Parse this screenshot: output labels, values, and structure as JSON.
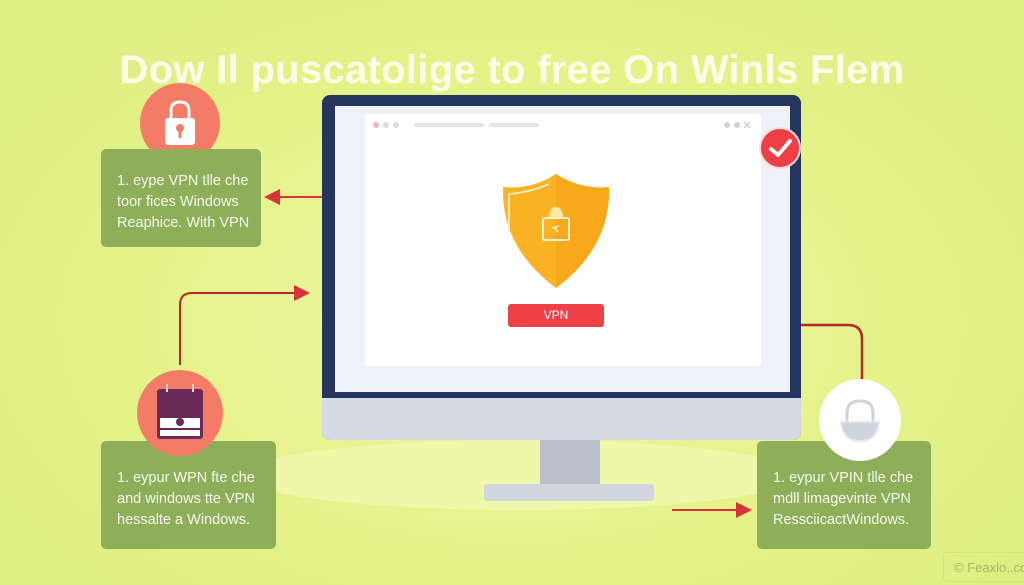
{
  "title": "Dow Il puscatolige to free On Winls Flem",
  "screen": {
    "button_label": "VPN"
  },
  "cards": [
    {
      "lines": [
        "1. eype VPN tlle che",
        "toor fices Windows",
        "Reaphice. With VPN"
      ]
    },
    {
      "lines": [
        "1. eypur WPN fte che",
        "and windows tte VPN",
        "hessalte a Windows."
      ]
    },
    {
      "lines": [
        "1. eypur VPIN tlle che",
        "mdll limagevinte VPN",
        "RessciicactWindows."
      ]
    }
  ],
  "watermark": "© Feaxlo,.co",
  "icons": {
    "top_left": "padlock-icon",
    "bottom_left": "calendar-icon",
    "right": "padlock-icon",
    "badge": "checkmark-icon",
    "center": "shield-lock-icon"
  },
  "colors": {
    "background": "#e4f288",
    "card": "#8fae5a",
    "salmon": "#f47c67",
    "accent_red": "#ef4048",
    "shield": "#fbb324",
    "monitor_frame": "#24365e",
    "arrow": "#c8232c"
  }
}
